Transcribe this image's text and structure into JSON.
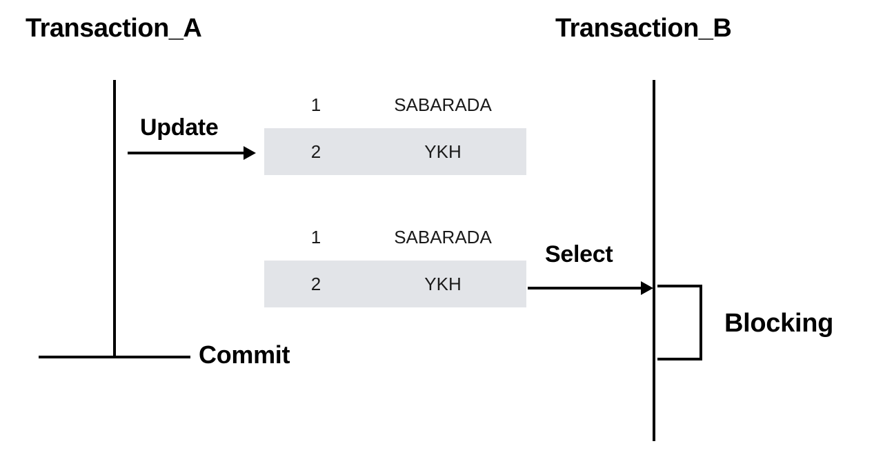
{
  "diagram": {
    "type": "sequence-diagram",
    "background_color": "#ffffff",
    "line_color": "#000000",
    "shaded_row_color": "#e2e4e8"
  },
  "lifelines": [
    {
      "id": "transaction_a",
      "title": "Transaction_A"
    },
    {
      "id": "transaction_b",
      "title": "Transaction_B"
    }
  ],
  "messages": [
    {
      "id": "update",
      "label": "Update",
      "from": "transaction_a",
      "to": "table_1",
      "direction": "right"
    },
    {
      "id": "select",
      "label": "Select",
      "from": "table_2",
      "to": "transaction_b",
      "direction": "right"
    }
  ],
  "markers": {
    "commit_label": "Commit",
    "blocking_label": "Blocking"
  },
  "tables": [
    {
      "id": "table_1",
      "rows": [
        {
          "id": "1",
          "name": "SABARADA",
          "shaded": false
        },
        {
          "id": "2",
          "name": "YKH",
          "shaded": true
        }
      ]
    },
    {
      "id": "table_2",
      "rows": [
        {
          "id": "1",
          "name": "SABARADA",
          "shaded": false
        },
        {
          "id": "2",
          "name": "YKH",
          "shaded": true
        }
      ]
    }
  ]
}
